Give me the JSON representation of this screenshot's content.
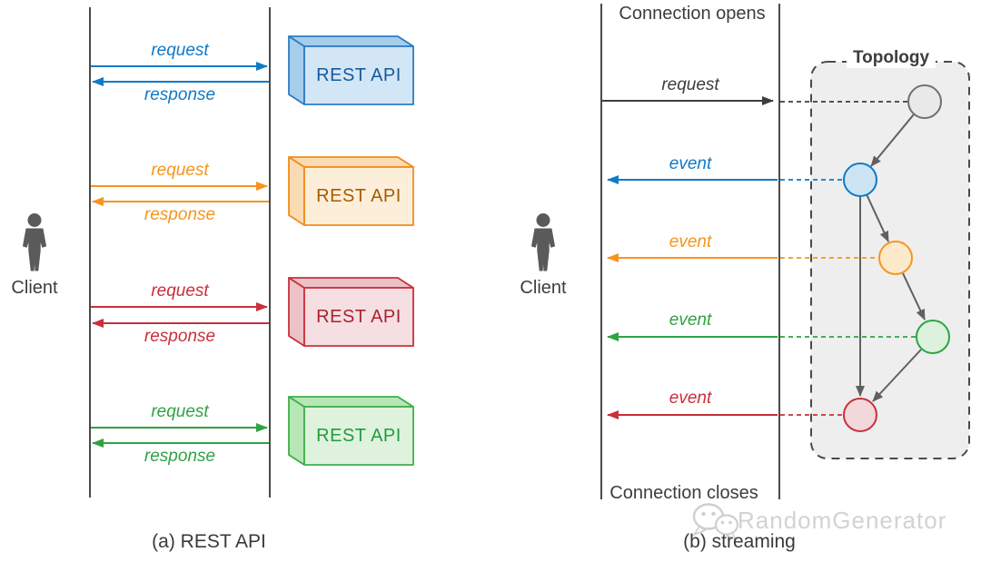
{
  "colors": {
    "blue": "#0f7ac8",
    "orange": "#f7941d",
    "red": "#c9303a",
    "green": "#2fa344",
    "dark_text": "#3d3d3d",
    "gray_node": "#707070",
    "topology_background": "#eeeeee",
    "watermark": "#d2d2d2"
  },
  "left_panel": {
    "client_label": "Client",
    "caption": "(a) REST API",
    "exchanges": [
      {
        "color": "blue",
        "request_label": "request",
        "response_label": "response",
        "box_label": "REST API"
      },
      {
        "color": "orange",
        "request_label": "request",
        "response_label": "response",
        "box_label": "REST API"
      },
      {
        "color": "red",
        "request_label": "request",
        "response_label": "response",
        "box_label": "REST API"
      },
      {
        "color": "green",
        "request_label": "request",
        "response_label": "response",
        "box_label": "REST API"
      }
    ]
  },
  "right_panel": {
    "client_label": "Client",
    "caption": "(b) streaming",
    "connection_opens": "Connection opens",
    "connection_closes": "Connection closes",
    "request_label": "request",
    "events": [
      {
        "color": "blue",
        "label": "event"
      },
      {
        "color": "orange",
        "label": "event"
      },
      {
        "color": "green",
        "label": "event"
      },
      {
        "color": "red",
        "label": "event"
      }
    ],
    "topology": {
      "title": "Topology",
      "nodes": [
        "gray",
        "blue",
        "orange",
        "green",
        "red"
      ],
      "edges": [
        "gray-blue",
        "blue-orange",
        "orange-green",
        "green-red",
        "blue-red"
      ]
    }
  },
  "watermark": {
    "text": "RandomGenerator",
    "icon": "chat-bubbles-logo"
  }
}
